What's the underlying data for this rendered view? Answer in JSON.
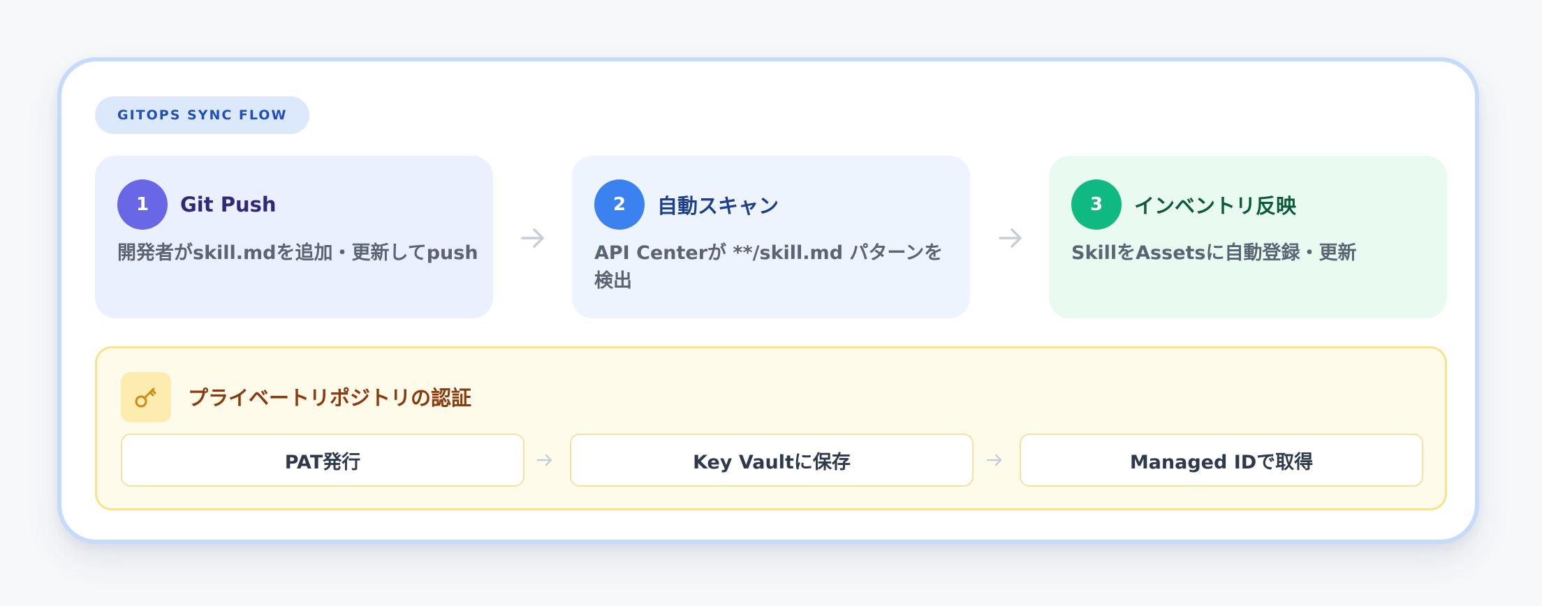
{
  "badge": "GITOPS SYNC FLOW",
  "steps": [
    {
      "number": "1",
      "title": "Git Push",
      "description": "開発者がskill.mdを追加・更新してpush",
      "color": "#6a67e6",
      "bg": "#eaf0fd",
      "title_color": "#2e2a7a"
    },
    {
      "number": "2",
      "title": "自動スキャン",
      "description": "API Centerが **/skill.md パターンを検出",
      "color": "#3b82f0",
      "bg": "#edf4fd",
      "title_color": "#1c3e8c"
    },
    {
      "number": "3",
      "title": "インベントリ反映",
      "description": "SkillをAssetsに自動登録・更新",
      "color": "#10b981",
      "bg": "#e9fbf1",
      "title_color": "#0b5a3b"
    }
  ],
  "auth": {
    "icon": "key-icon",
    "title": "プライベートリポジトリの認証",
    "steps": [
      "PAT発行",
      "Key Vaultに保存",
      "Managed IDで取得"
    ]
  },
  "colors": {
    "card_border": "#c4dbfb",
    "badge_bg": "#dce9fc",
    "badge_text": "#1f4fb8",
    "auth_bg": "#fffbea",
    "auth_border": "#fbe38c",
    "arrow": "#c6ceda"
  }
}
